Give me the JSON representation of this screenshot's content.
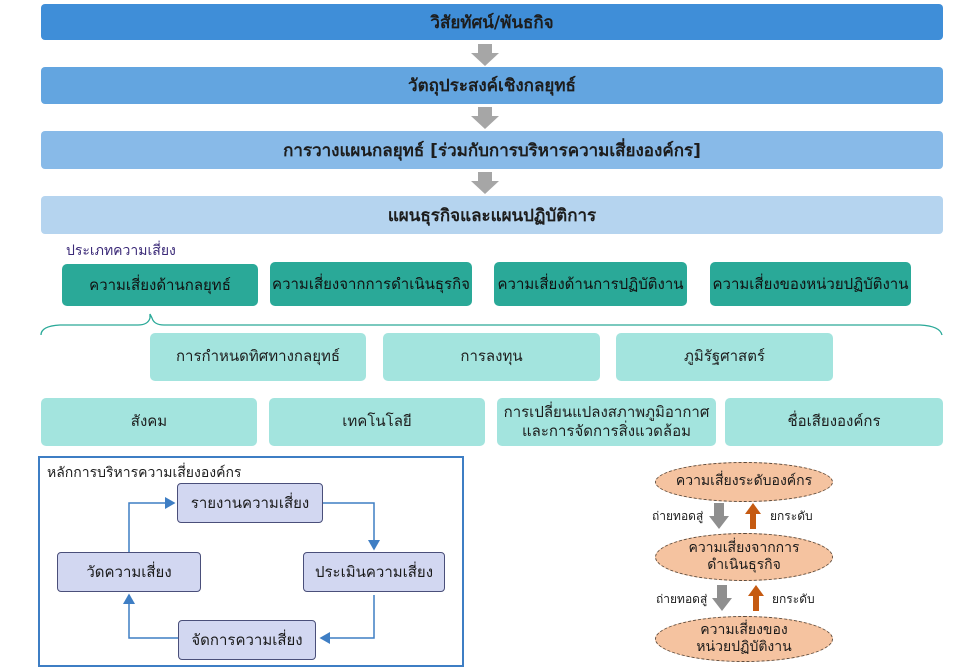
{
  "bands": {
    "vision": "วิสัยทัศน์/พันธกิจ",
    "objective": "วัตถุประสงค์เชิงกลยุทธ์",
    "planning": "การวางแผนกลยุทธ์ [ร่วมกับการบริหารความเสี่ยงองค์กร]",
    "business_plan": "แผนธุรกิจและแผนปฏิบัติการ"
  },
  "risk_types": {
    "label": "ประเภทความเสี่ยง",
    "items": [
      "ความเสี่ยงด้านกลยุทธ์",
      "ความเสี่ยงจากการดำเนินธุรกิจ",
      "ความเสี่ยงด้านการปฏิบัติงาน",
      "ความเสี่ยงของหน่วยปฏิบัติงาน"
    ]
  },
  "strategic_factors": {
    "row1": [
      "การกำหนดทิศทางกลยุทธ์",
      "การลงทุน",
      "ภูมิรัฐศาสตร์"
    ],
    "row2": [
      "สังคม",
      "เทคโนโลยี",
      "การเปลี่ยนแปลงสภาพภูมิอากาศ",
      "และการจัดการสิ่งแวดล้อม",
      "ชื่อเสียงองค์กร"
    ]
  },
  "cycle": {
    "title": "หลักการบริหารความเสี่ยงองค์กร",
    "report": "รายงานความเสี่ยง",
    "assess": "ประเมินความเสี่ยง",
    "manage": "จัดการความเสี่ยง",
    "measure": "วัดความเสี่ยง"
  },
  "levels": {
    "enterprise": "ความเสี่ยงระดับองค์กร",
    "business_line1": "ความเสี่ยงจากการ",
    "business_line2": "ดำเนินธุรกิจ",
    "unit_line1": "ความเสี่ยงของ",
    "unit_line2": "หน่วยปฏิบัติงาน",
    "cascade": "ถ่ายทอดสู่",
    "escalate": "ยกระดับ"
  },
  "colors": {
    "band1": "#3f8ed8",
    "band2": "#63a5e0",
    "band3": "#88bae8",
    "band4": "#b5d4ef",
    "teal": "#2aa998",
    "mint": "#a3e4de",
    "cycle_box": "#d2d7f1",
    "ellipse": "#f5c3a0",
    "gray_arrow": "#8f8f8f",
    "orange_arrow": "#c55a11",
    "blue_line": "#3e7ec4"
  }
}
